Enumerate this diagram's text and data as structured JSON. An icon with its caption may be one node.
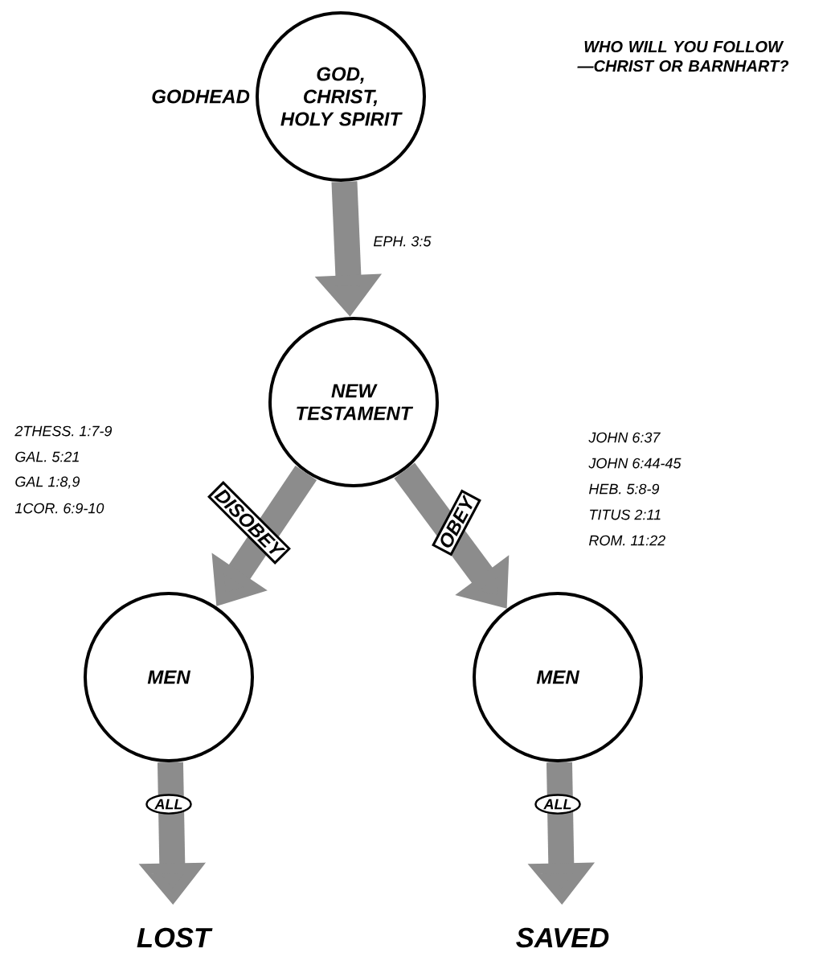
{
  "diagram": {
    "title": "WHO WILL YOU FOLLOW —CHRIST OR BARNHART?",
    "nodes": [
      {
        "text": [
          "GOD, CHRIST, HOLY SPIRIT"
        ],
        "beside": [
          "GODHEAD"
        ]
      },
      {
        "text": [
          "NEW TESTAMENT"
        ]
      },
      {
        "text": [
          "MEN"
        ]
      },
      {
        "text": [
          "MEN"
        ]
      },
      {
        "text": [
          "LOST"
        ]
      },
      {
        "text": [
          "SAVED"
        ]
      }
    ],
    "edges": [
      {
        "from": 0,
        "to": 1,
        "arrow": "to",
        "label": "EPH. 3:5"
      },
      {
        "from": 1,
        "to": 2,
        "arrow": "to",
        "label": "DISOBEY"
      },
      {
        "from": 1,
        "to": 3,
        "arrow": "to",
        "label": "OBEY"
      },
      {
        "from": 2,
        "to": 4,
        "arrow": "to",
        "label": "ALL"
      },
      {
        "from": 3,
        "to": 5,
        "arrow": "to",
        "label": "ALL"
      }
    ],
    "labels": [
      "2THESS. 1:7-9",
      "GAL. 5:21",
      "GAL 1:8,9",
      "1COR. 6:9-10",
      "JOHN 6:37",
      "JOHN 6:44-45",
      "HEB. 5:8-9",
      "TITUS 2:11",
      "ROM. 11:22"
    ]
  }
}
